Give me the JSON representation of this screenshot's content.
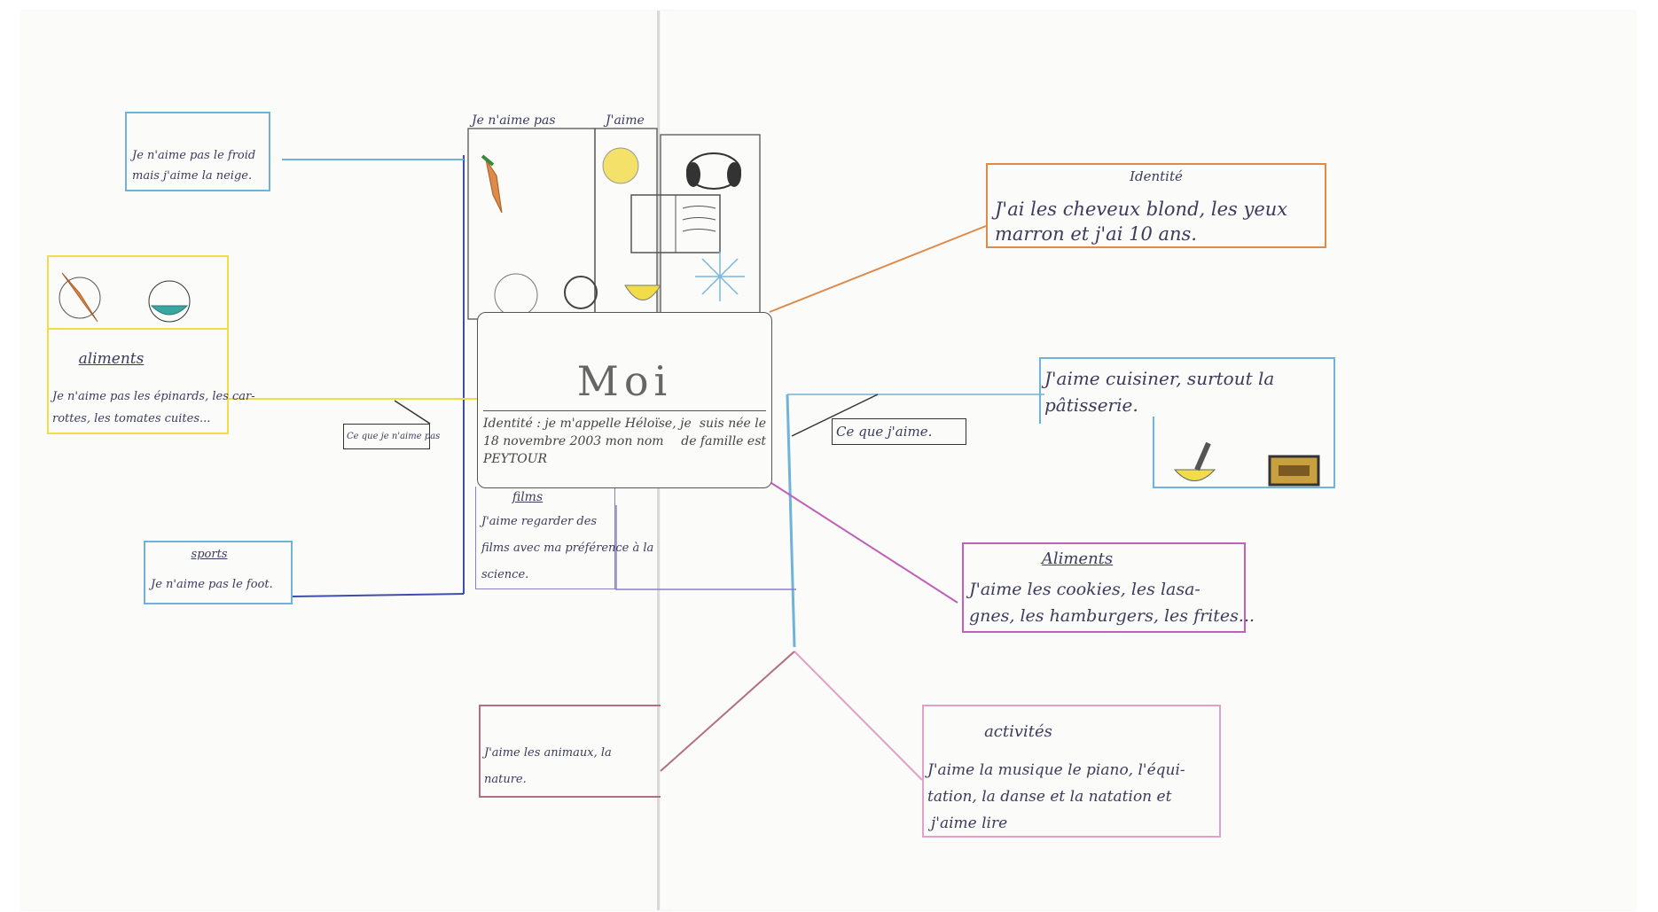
{
  "center": {
    "title": "Moi",
    "identite_left": "Identité : je m'appelle Héloïse, je",
    "identite_right": "suis née le",
    "identite_line2_left": "18 novembre 2003 mon nom",
    "identite_line2_right": "de famille est",
    "identite_line3": "PEYTOUR",
    "jaime_pas_header": "Je n'aime pas",
    "jaime_header": "J'aime"
  },
  "left": {
    "froid_box": {
      "line1": "Je n'aime pas le froid",
      "line2": "mais j'aime la neige."
    },
    "aliments_box": {
      "title": "aliments",
      "line1": "Je n'aime pas les épinards, les car-",
      "line2": "rottes, les tomates cuites..."
    },
    "sports_box": {
      "title": "sports",
      "line1": "Je n'aime pas le foot."
    },
    "ce_que_label": "Ce que je n'aime pas",
    "films_box": {
      "title": "films",
      "line1": "J'aime regarder des",
      "line2": "films avec ma préférence à la",
      "line3": "science."
    },
    "animaux_box": {
      "line1": "J'aime les animaux, la",
      "line2": "nature."
    }
  },
  "right": {
    "identite_box": {
      "title": "Identité",
      "line1": "J'ai les cheveux blond, les yeux",
      "line2": "marron et j'ai 10 ans."
    },
    "cuisiner_box": {
      "line1": "J'aime cuisiner, surtout la",
      "line2": "pâtisserie."
    },
    "ce_que_label": "Ce que j'aime.",
    "aliments_box": {
      "title": "Aliments",
      "line1": "J'aime les cookies, les lasa-",
      "line2": "gnes, les hamburgers, les frites..."
    },
    "activites_box": {
      "title": "activités",
      "line1": "J'aime la musique le piano, l'équi-",
      "line2": "tation, la danse et la natation et",
      "line3": "j'aime lire"
    }
  },
  "colors": {
    "blue": "#6fb3d8",
    "dark_blue": "#3d4fa8",
    "yellow": "#f1dc4a",
    "orange": "#e08a4a",
    "pink": "#c060b8",
    "brown_pink": "#b07080"
  }
}
